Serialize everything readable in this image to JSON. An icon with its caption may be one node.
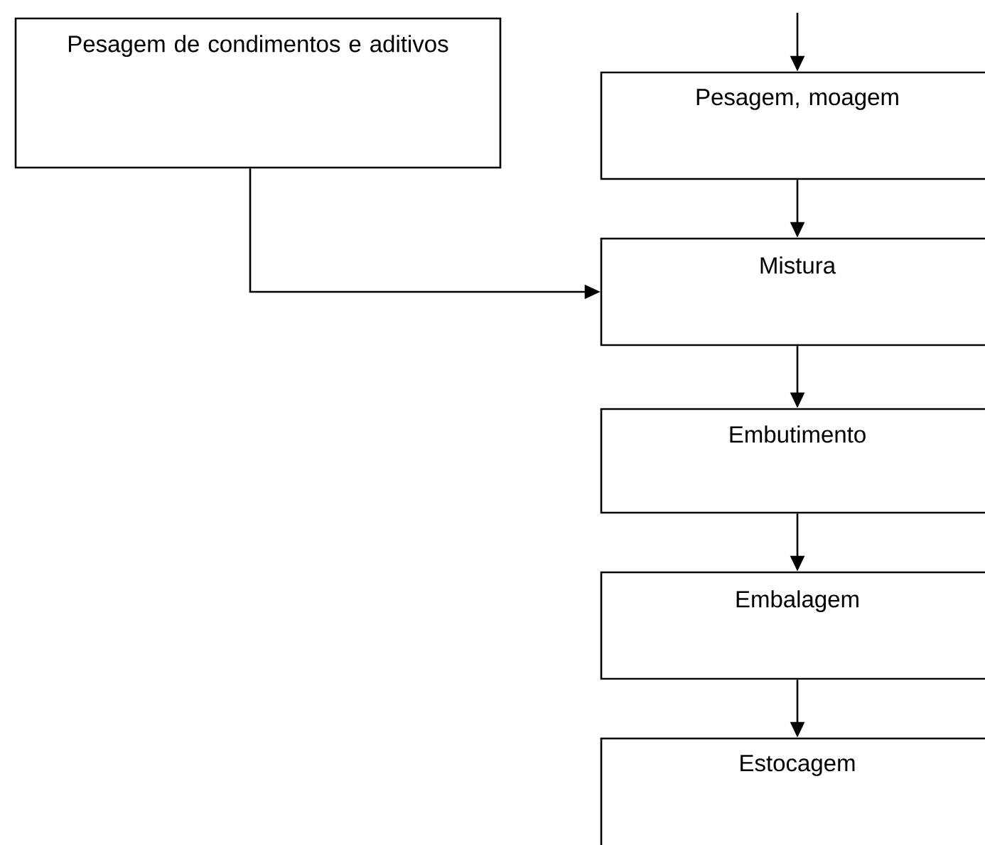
{
  "diagram": {
    "nodes": [
      {
        "text": [
          "Pesagem de condimentos e aditivos"
        ]
      },
      {
        "text": [
          "Pesagem, moagem"
        ]
      },
      {
        "text": [
          "Mistura"
        ]
      },
      {
        "text": [
          "Embutimento"
        ]
      },
      {
        "text": [
          "Embalagem"
        ]
      },
      {
        "text": [
          "Estocagem"
        ]
      }
    ],
    "edges": [
      {
        "from": null,
        "to": 1,
        "arrow": "to"
      },
      {
        "from": 1,
        "to": 2,
        "arrow": "to"
      },
      {
        "from": 0,
        "to": 2,
        "arrow": "to"
      },
      {
        "from": 2,
        "to": 3,
        "arrow": "to"
      },
      {
        "from": 3,
        "to": 4,
        "arrow": "to"
      },
      {
        "from": 4,
        "to": 5,
        "arrow": "to"
      }
    ]
  }
}
